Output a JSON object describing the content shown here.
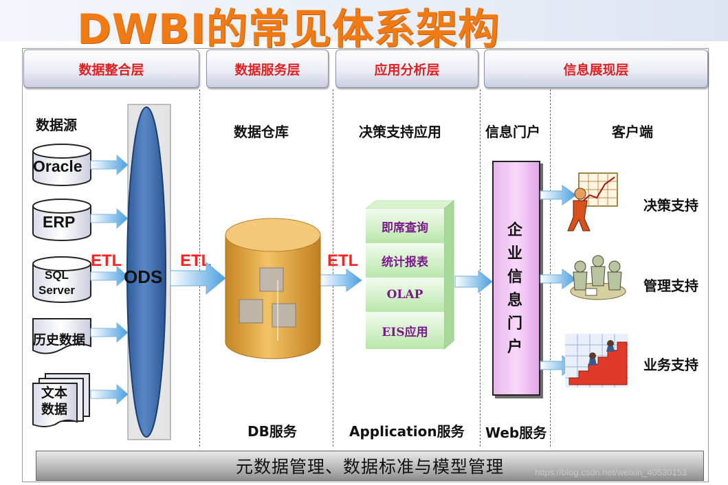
{
  "title": "DWBI的常见体系架构",
  "layers": [
    {
      "label": "数据整合层"
    },
    {
      "label": "数据服务层"
    },
    {
      "label": "应用分析层"
    },
    {
      "label": "信息展现层"
    }
  ],
  "column_labels": {
    "data_source": "数据源",
    "data_warehouse": "数据仓库",
    "decision_apps": "决策支持应用",
    "info_portal": "信息门户",
    "client": "客户端"
  },
  "sources": [
    "Oracle",
    "ERP",
    "SQL\nServer",
    "历史数据",
    "文本\n数据"
  ],
  "ods_label": "ODS",
  "etl_label": "ETL",
  "apps": [
    "即席查询",
    "统计报表",
    "OLAP",
    "EIS应用"
  ],
  "portal_label": "企业信息门户",
  "clients": [
    "决策支持",
    "管理支持",
    "业务支持"
  ],
  "services": {
    "db": "DB服务",
    "application": "Application服务",
    "web": "Web服务"
  },
  "bottom_bar": "元数据管理、数据标准与模型管理",
  "watermark": "https://blog.csdn.net/weixin_40530153",
  "colors": {
    "title": "#f07a14",
    "header_text": "#e02020",
    "etl": "#ff2020",
    "ods": "#3f6fb0",
    "warehouse": "#e2a542",
    "apps_text": "#7a1a8a",
    "portal": "#f2c4f5"
  }
}
